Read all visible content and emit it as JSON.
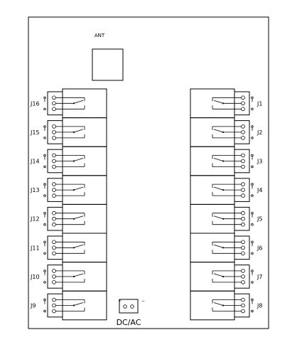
{
  "antenna": {
    "label": "ANT"
  },
  "power": {
    "label": "DC/AC",
    "plus": "+",
    "minus": "−"
  },
  "left_connectors": [
    "J16",
    "J15",
    "J14",
    "J13",
    "J12",
    "J11",
    "J10",
    "J9"
  ],
  "right_connectors": [
    "J1",
    "J2",
    "J3",
    "J4",
    "J5",
    "J6",
    "J7",
    "J8"
  ]
}
